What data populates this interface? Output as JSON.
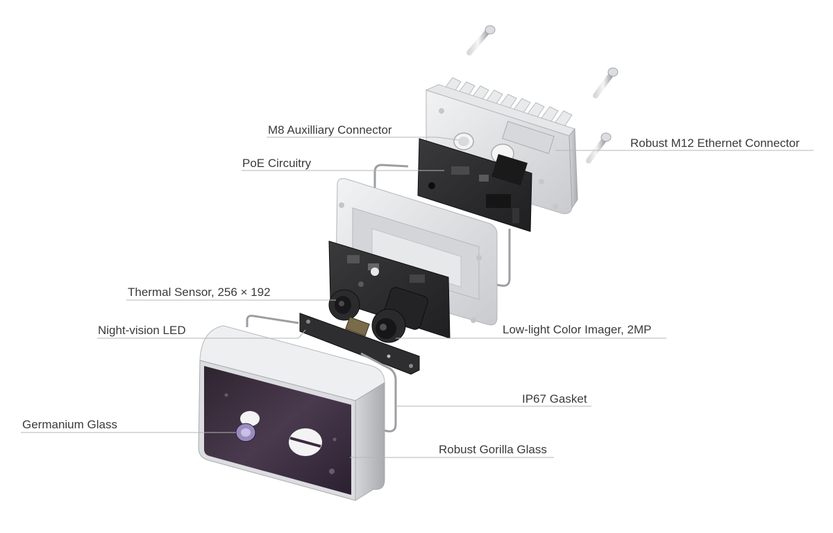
{
  "labels": {
    "m8": "M8 Auxilliary Connector",
    "poe": "PoE Circuitry",
    "m12": "Robust M12 Ethernet Connector",
    "thermal": "Thermal Sensor, 256 × 192",
    "led": "Night-vision LED",
    "lowlight": "Low-light Color Imager, 2MP",
    "gasket": "IP67 Gasket",
    "germanium": "Germanium Glass",
    "gorilla": "Robust Gorilla Glass"
  },
  "colors": {
    "text": "#3a3a3a",
    "leader": "#b5b5b5",
    "aluminum": "#e4e5e7",
    "aluminum_dark": "#b8babd",
    "pcb": "#2a2a2c",
    "glass": "#3a2a3c",
    "gasket": "#9a9a9c"
  }
}
